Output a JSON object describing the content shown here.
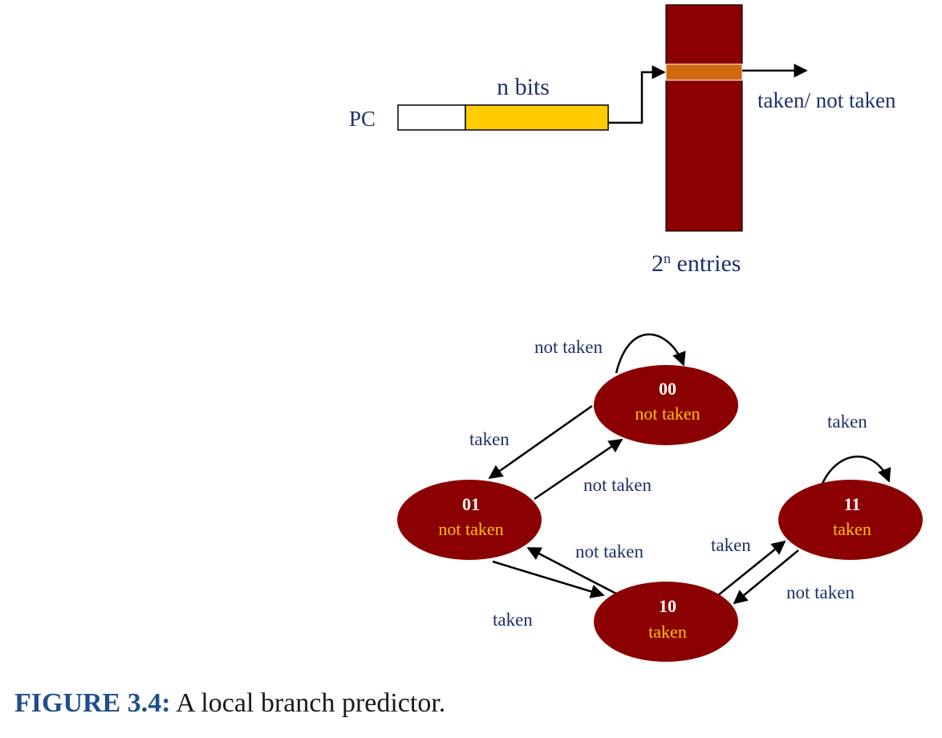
{
  "pc_label": "PC",
  "n_bits_label": "n bits",
  "output_label": "taken/ not taken",
  "entries": {
    "base": "2",
    "exponent": "n",
    "suffix": " entries"
  },
  "colors": {
    "table": "#8b0000",
    "selected_row": "#d06a10",
    "index_bits": "#ffcc00",
    "state": "#8b0000",
    "prediction_text": "#ffc000",
    "label_text": "#1f2f6b",
    "caption_fig": "#1f4e8c"
  },
  "states": [
    {
      "id": "s00",
      "code": "00",
      "prediction": "not taken"
    },
    {
      "id": "s01",
      "code": "01",
      "prediction": "not taken"
    },
    {
      "id": "s10",
      "code": "10",
      "prediction": "taken"
    },
    {
      "id": "s11",
      "code": "11",
      "prediction": "taken"
    }
  ],
  "transitions": [
    {
      "id": "t00-00",
      "from": "00",
      "to": "00",
      "label": "not taken"
    },
    {
      "id": "t00-01",
      "from": "00",
      "to": "01",
      "label": "taken"
    },
    {
      "id": "t01-00",
      "from": "01",
      "to": "00",
      "label": "not taken"
    },
    {
      "id": "t01-10",
      "from": "01",
      "to": "10",
      "label": "taken"
    },
    {
      "id": "t10-01",
      "from": "10",
      "to": "01",
      "label": "not taken"
    },
    {
      "id": "t10-11",
      "from": "10",
      "to": "11",
      "label": "taken"
    },
    {
      "id": "t11-10",
      "from": "11",
      "to": "10",
      "label": "not taken"
    },
    {
      "id": "t11-11",
      "from": "11",
      "to": "11",
      "label": "taken"
    }
  ],
  "caption": {
    "figure": "FIGURE 3.4:",
    "text": " A local branch predictor."
  }
}
